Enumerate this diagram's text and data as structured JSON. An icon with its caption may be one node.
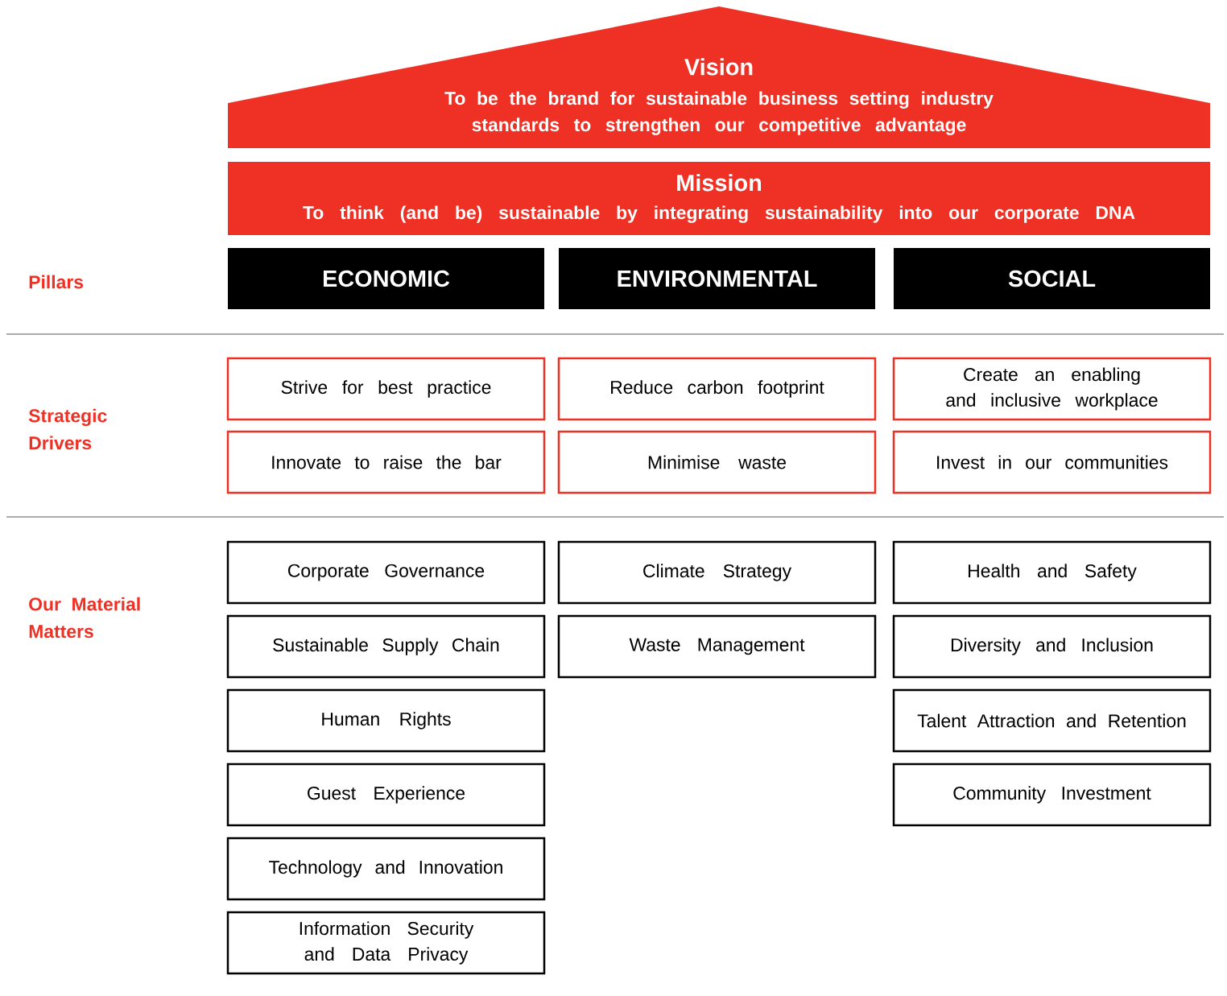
{
  "diagram": {
    "nodes": [
      {
        "text": [
          "Vision",
          "To be the brand for sustainable business setting industry standards to strengthen our competitive advantage"
        ]
      },
      {
        "text": [
          "Mission",
          "To think (and be) sustainable by integrating sustainability into our corporate DNA"
        ]
      },
      {
        "text": [
          "ECONOMIC"
        ]
      },
      {
        "text": [
          "ENVIRONMENTAL"
        ]
      },
      {
        "text": [
          "SOCIAL"
        ]
      },
      {
        "text": [
          "Strive for best practice"
        ]
      },
      {
        "text": [
          "Reduce carbon footprint"
        ]
      },
      {
        "text": [
          "Create an enabling and inclusive workplace"
        ]
      },
      {
        "text": [
          "Innovate to raise the bar"
        ]
      },
      {
        "text": [
          "Minimise waste"
        ]
      },
      {
        "text": [
          "Invest in our communities"
        ]
      },
      {
        "text": [
          "Corporate Governance"
        ]
      },
      {
        "text": [
          "Climate Strategy"
        ]
      },
      {
        "text": [
          "Health and Safety"
        ]
      },
      {
        "text": [
          "Sustainable Supply Chain"
        ]
      },
      {
        "text": [
          "Waste Management"
        ]
      },
      {
        "text": [
          "Diversity and Inclusion"
        ]
      },
      {
        "text": [
          "Human Rights"
        ]
      },
      {
        "text": [
          "Talent Attraction and Retention"
        ]
      },
      {
        "text": [
          "Guest Experience"
        ]
      },
      {
        "text": [
          "Community Investment"
        ]
      },
      {
        "text": [
          "Technology and Innovation"
        ]
      },
      {
        "text": [
          "Information Security and Data Privacy"
        ]
      }
    ],
    "labels": [
      "Pillars",
      "Strategic Drivers",
      "Our Material Matters"
    ]
  }
}
